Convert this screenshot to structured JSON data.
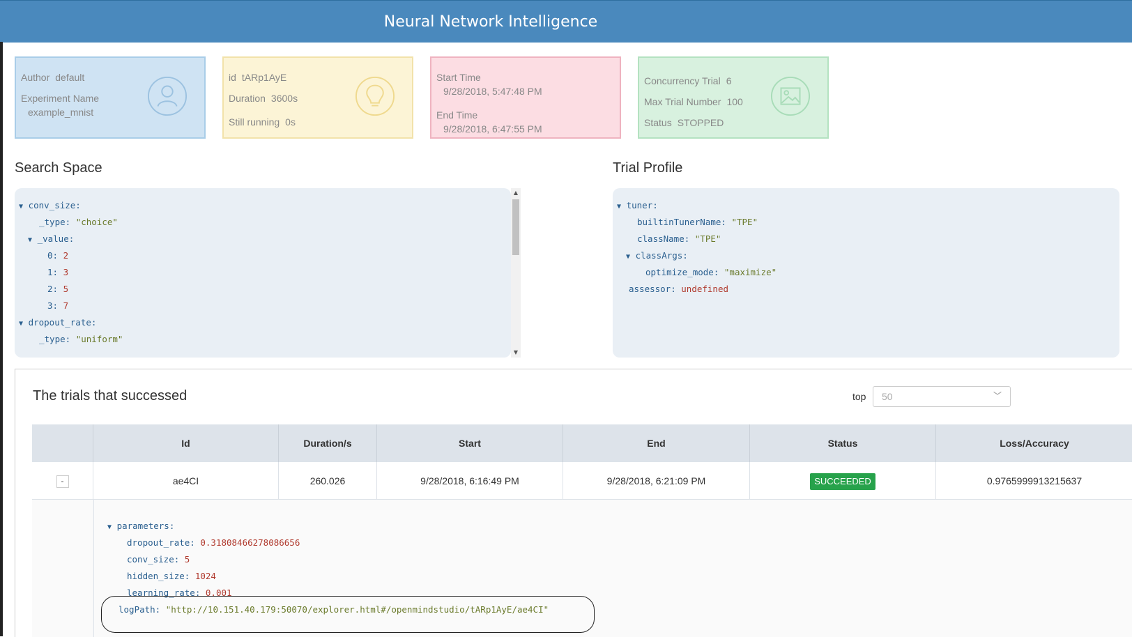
{
  "app": {
    "title": "Neural Network Intelligence"
  },
  "overview": {
    "author": {
      "label": "Author",
      "value": "default"
    },
    "experiment_name": {
      "label": "Experiment Name",
      "value": "example_mnist"
    },
    "id": {
      "label": "id",
      "value": "tARp1AyE"
    },
    "duration": {
      "label": "Duration",
      "value": "3600s"
    },
    "still_running": {
      "label": "Still running",
      "value": "0s"
    },
    "start_time": {
      "label": "Start Time",
      "value": "9/28/2018, 5:47:48 PM"
    },
    "end_time": {
      "label": "End Time",
      "value": "9/28/2018, 6:47:55 PM"
    },
    "concurrency": {
      "label": "Concurrency Trial",
      "value": "6"
    },
    "max_trial": {
      "label": "Max Trial Number",
      "value": "100"
    },
    "status": {
      "label": "Status",
      "value": "STOPPED"
    },
    "icons": [
      "user-icon",
      "lightbulb-icon",
      "image-icon"
    ]
  },
  "search_space": {
    "title": "Search Space",
    "lines": [
      {
        "key": "conv_size:"
      },
      {
        "key": "_type:",
        "value": "\"choice\""
      },
      {
        "key": "_value:"
      },
      {
        "key": "0:",
        "value": "2"
      },
      {
        "key": "1:",
        "value": "3"
      },
      {
        "key": "2:",
        "value": "5"
      },
      {
        "key": "3:",
        "value": "7"
      },
      {
        "key": "dropout_rate:"
      },
      {
        "key": "_type:",
        "value": "\"uniform\""
      }
    ]
  },
  "trial_profile": {
    "title": "Trial Profile",
    "lines": [
      {
        "key": "tuner:"
      },
      {
        "key": "builtinTunerName:",
        "value": "\"TPE\""
      },
      {
        "key": "className:",
        "value": "\"TPE\""
      },
      {
        "key": "classArgs:"
      },
      {
        "key": "optimize_mode:",
        "value": "\"maximize\""
      },
      {
        "key": "assessor:",
        "value": "undefined"
      }
    ]
  },
  "trials": {
    "title": "The trials that successed",
    "top_label": "top",
    "top_value": "50",
    "columns": [
      "Id",
      "Duration/s",
      "Start",
      "End",
      "Status",
      "Loss/Accuracy"
    ],
    "rows": [
      {
        "expand": "-",
        "id": "ae4CI",
        "duration": "260.026",
        "start": "9/28/2018, 6:16:49 PM",
        "end": "9/28/2018, 6:21:09 PM",
        "status": "SUCCEEDED",
        "accuracy": "0.9765999913215637"
      }
    ],
    "detail": {
      "parameters_key": "parameters:",
      "params": [
        {
          "key": "dropout_rate:",
          "value": "0.31808466278086656"
        },
        {
          "key": "conv_size:",
          "value": "5"
        },
        {
          "key": "hidden_size:",
          "value": "1024"
        },
        {
          "key": "learning_rate:",
          "value": "0.001"
        }
      ],
      "log_path_key": "logPath:",
      "log_path_value": "\"http://10.151.40.179:50070/explorer.html#/openmindstudio/tARp1AyE/ae4CI\""
    }
  },
  "colors": {
    "header": "#4a89bd",
    "card_author": "#cfe3f3",
    "card_id": "#fcf4d6",
    "card_time": "#fcdde3",
    "card_status": "#d8f1df",
    "succeeded": "#27a24b"
  }
}
